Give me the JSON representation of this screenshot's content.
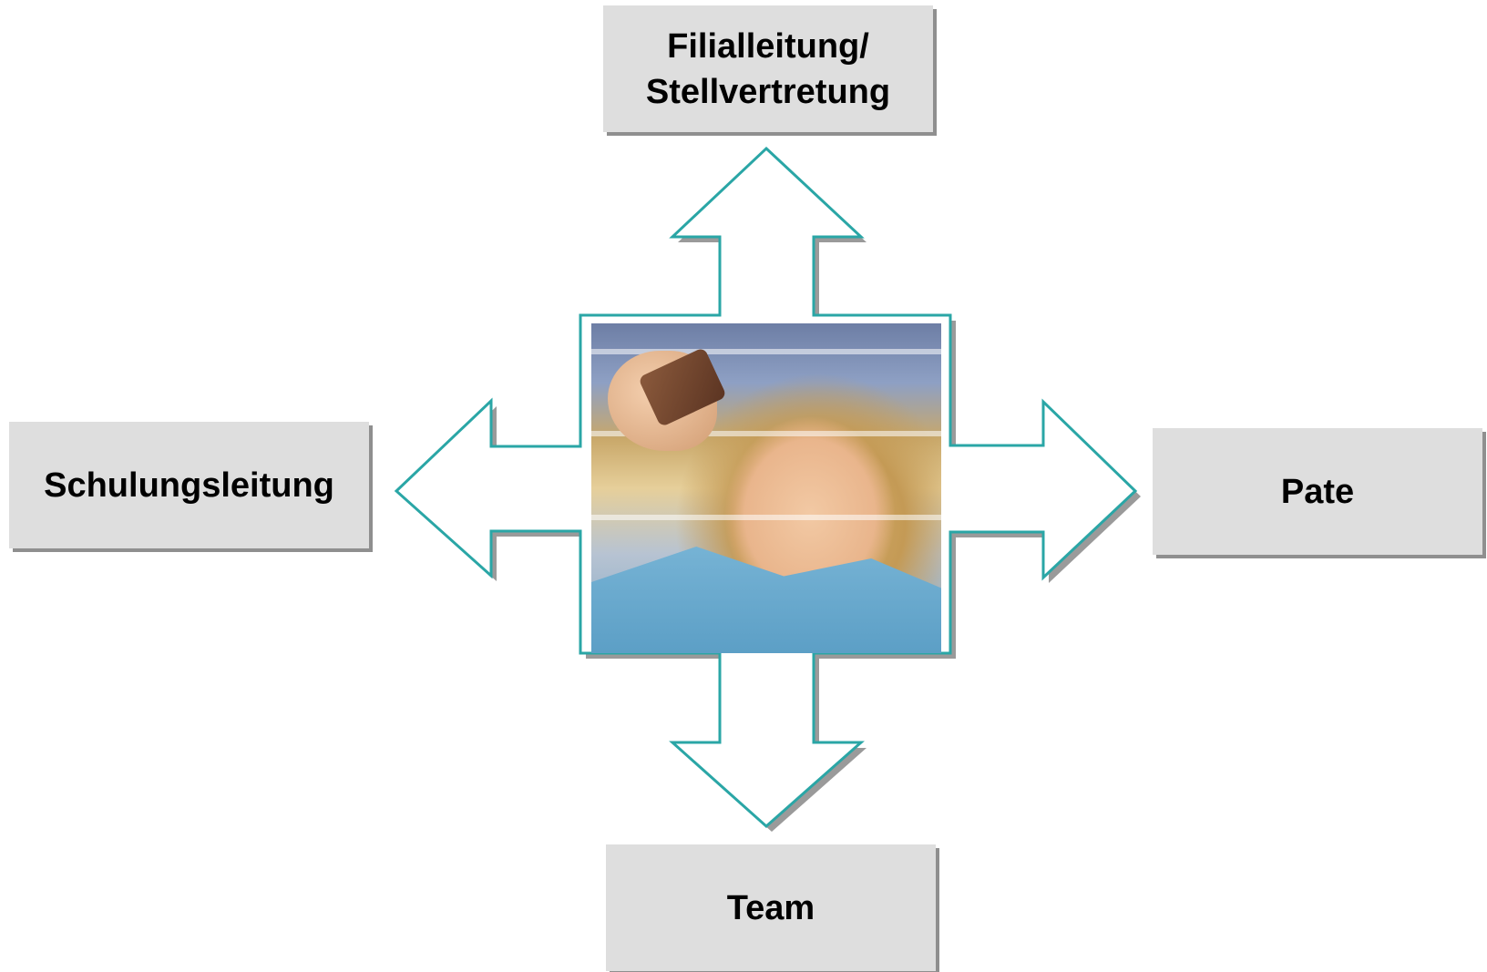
{
  "nodes": {
    "top": "Filialleitung/\nStellvertretung",
    "left": "Schulungsleitung",
    "right": "Pate",
    "bottom": "Team"
  },
  "center": {
    "image": "photo-of-smiling-woman-holding-product"
  },
  "colors": {
    "arrow_stroke": "#2aa6a6",
    "arrow_fill": "#ffffff",
    "box_fill": "#dedede",
    "box_shadow": "#8f8f8f"
  }
}
